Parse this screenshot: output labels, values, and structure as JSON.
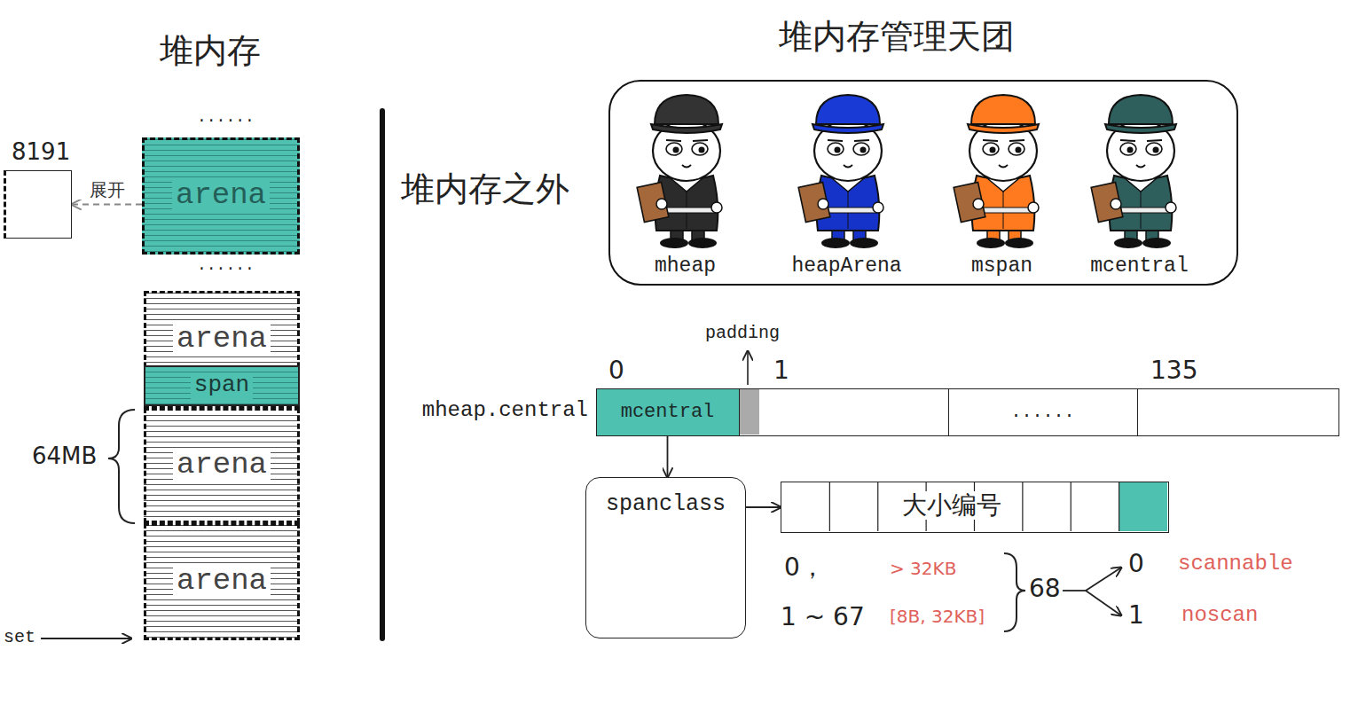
{
  "diagram": {
    "nodes": [
      {
        "text": [
          "arena"
        ]
      },
      {
        "text": [
          "8191"
        ]
      },
      {
        "text": [
          "arena"
        ]
      },
      {
        "text": [
          "span"
        ],
        "in": 2
      },
      {
        "text": [
          "arena"
        ]
      },
      {
        "text": [
          "arena"
        ]
      },
      {
        "text": [
          "堆内存管理天团"
        ]
      },
      {
        "text": [
          "mheap"
        ],
        "in": 6
      },
      {
        "text": [
          "heapArena"
        ],
        "in": 6
      },
      {
        "text": [
          "mspan"
        ],
        "in": 6
      },
      {
        "text": [
          "mcentral"
        ],
        "in": 6
      },
      {
        "text": [
          "mheap.central"
        ]
      },
      {
        "text": [
          "mcentral"
        ],
        "in": 11
      },
      {
        "text": [
          "......"
        ],
        "in": 11
      },
      {
        "text": [
          "spanclass"
        ]
      },
      {
        "text": [
          "大小编号"
        ]
      }
    ],
    "edges": [
      {
        "from": 0,
        "to": 1,
        "arrow": "to",
        "label": "展开"
      },
      {
        "from": 12,
        "to": 14,
        "arrow": "to"
      },
      {
        "from": 14,
        "to": 15,
        "arrow": "to"
      }
    ],
    "labels": [
      "堆内存",
      "......",
      "......",
      "64MB",
      "set",
      "堆内存之外",
      "padding",
      "0",
      "1",
      "135",
      "0，",
      "> 32KB",
      "1 ~ 67",
      "[8B, 32KB]",
      "68",
      "0",
      "scannable",
      "1",
      "noscan"
    ]
  }
}
